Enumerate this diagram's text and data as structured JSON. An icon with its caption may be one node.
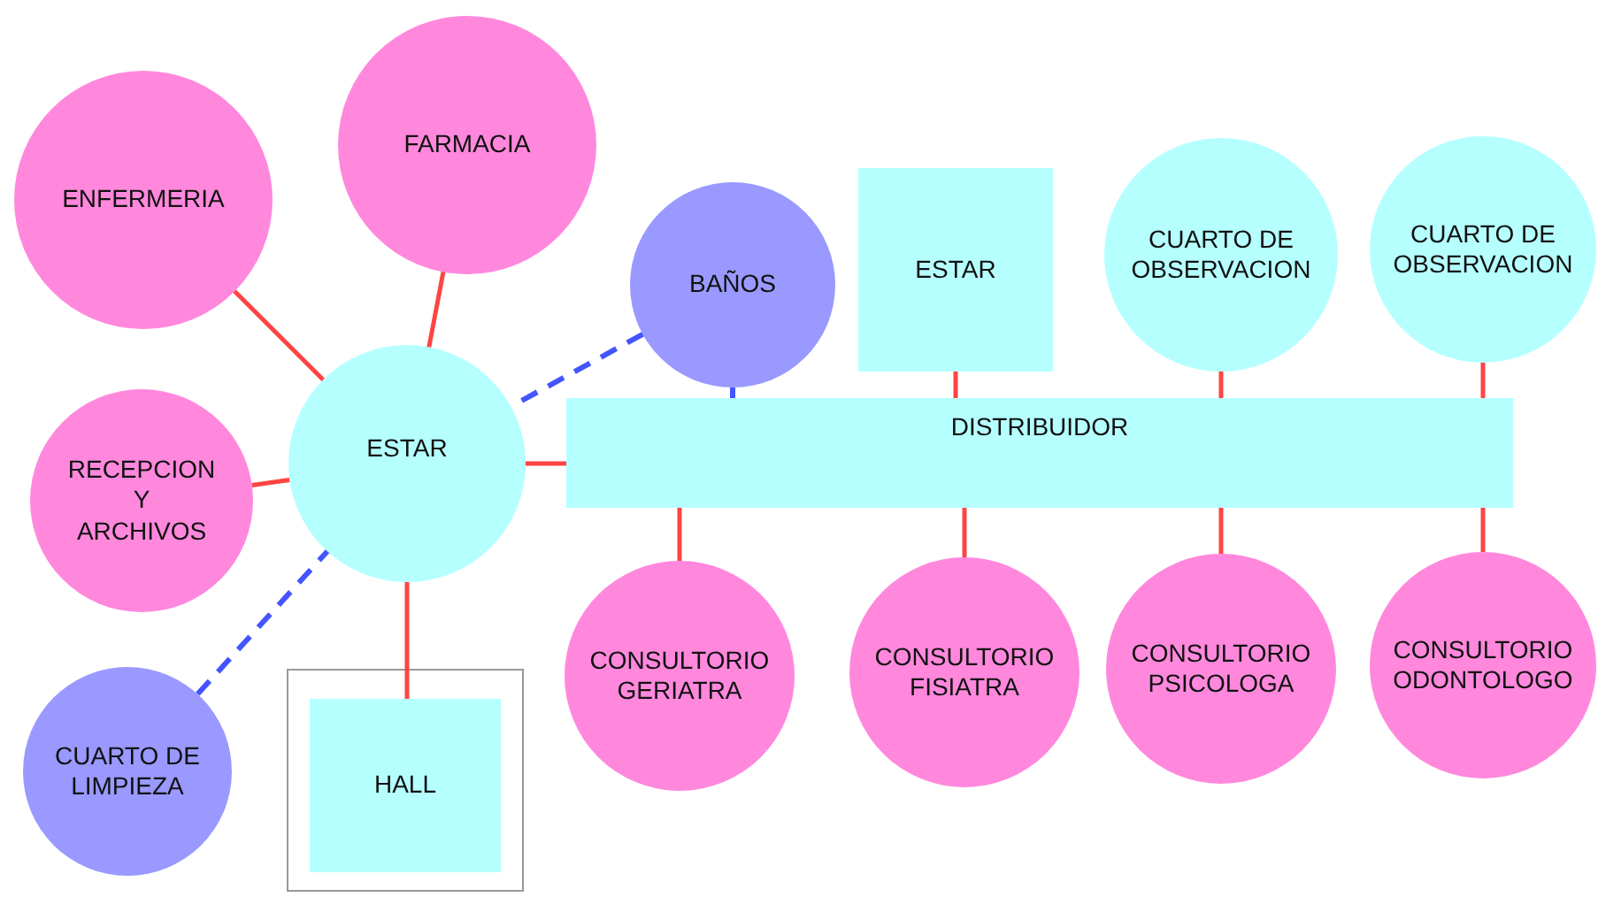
{
  "diagram": {
    "nodes": [
      {
        "text": [
          "ENFERMERIA"
        ]
      },
      {
        "text": [
          "FARMACIA"
        ]
      },
      {
        "text": [
          "BAÑOS"
        ]
      },
      {
        "text": [
          "ESTAR"
        ]
      },
      {
        "text": [
          "CUARTO DE OBSERVACION"
        ]
      },
      {
        "text": [
          "CUARTO DE OBSERVACION"
        ]
      },
      {
        "text": [
          "ESTAR"
        ]
      },
      {
        "text": [
          "DISTRIBUIDOR"
        ]
      },
      {
        "text": [
          "RECEPCION Y ARCHIVOS"
        ]
      },
      {
        "text": [
          "CONSULTORIO GERIATRA"
        ]
      },
      {
        "text": [
          "CONSULTORIO FISIATRA"
        ]
      },
      {
        "text": [
          "CONSULTORIO PSICOLOGA"
        ]
      },
      {
        "text": [
          "CONSULTORIO ODONTOLOGO"
        ]
      },
      {
        "text": [
          "CUARTO DE LIMPIEZA"
        ]
      },
      {
        "text": [],
        "shape": "box"
      },
      {
        "text": [
          "HALL"
        ],
        "in": 14
      }
    ],
    "edges": [
      {
        "from": 0,
        "to": 6,
        "arrow": "none"
      },
      {
        "from": 1,
        "to": 6,
        "arrow": "none"
      },
      {
        "from": 2,
        "to": 6,
        "arrow": "none",
        "style": "dashed",
        "color": "#4455ff"
      },
      {
        "from": 8,
        "to": 6,
        "arrow": "none"
      },
      {
        "from": 13,
        "to": 6,
        "arrow": "none",
        "style": "dashed",
        "color": "#4455ff"
      },
      {
        "from": 6,
        "to": 15,
        "arrow": "none"
      },
      {
        "from": 2,
        "to": 7,
        "arrow": "none",
        "style": "dashed",
        "color": "#4455ff"
      },
      {
        "from": 6,
        "to": 7,
        "arrow": "none"
      },
      {
        "from": 7,
        "to": 9,
        "arrow": "none"
      },
      {
        "from": 7,
        "to": 3,
        "arrow": "none"
      },
      {
        "from": 7,
        "to": 10,
        "arrow": "none"
      },
      {
        "from": 7,
        "to": 4,
        "arrow": "none"
      },
      {
        "from": 7,
        "to": 11,
        "arrow": "none"
      },
      {
        "from": 7,
        "to": 5,
        "arrow": "none"
      },
      {
        "from": 7,
        "to": 12,
        "arrow": "none"
      }
    ]
  }
}
